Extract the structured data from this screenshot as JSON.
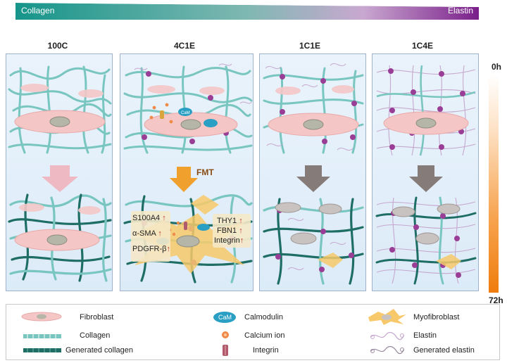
{
  "gradient": {
    "left_label": "Collagen",
    "right_label": "Elastin",
    "colors": {
      "collagen": "#16958a",
      "elastin": "#7a1f8a"
    }
  },
  "columns": [
    {
      "title": "100C"
    },
    {
      "title": "4C1E"
    },
    {
      "title": "1C1E"
    },
    {
      "title": "1C4E"
    }
  ],
  "fmt_label": "FMT",
  "markers_right": [
    "THY1",
    "FBN1",
    "Integrin"
  ],
  "markers_left": [
    "S100A4",
    "α-SMA",
    "PDGFR-β"
  ],
  "up_arrow": "↑",
  "cam_text": "CaM",
  "time": {
    "start": "0h",
    "end": "72h"
  },
  "legend": {
    "fibroblast": "Fibroblast",
    "collagen": "Collagen",
    "generated_collagen": "Generated collagen",
    "calmodulin": "Calmodulin",
    "calcium_ion": "Calcium ion",
    "integrin": "Integrin",
    "myofibroblast": "Myofibroblast",
    "elastin": "Elastin",
    "generated_elastin": "Generated elastin"
  },
  "colors": {
    "collagen": "#79c6c0",
    "generated_collagen": "#1f6e66",
    "fibroblast": "#f4c6c6",
    "nucleus": "#b5b5a8",
    "elastin_node": "#9a3d96",
    "myofibroblast": "#f7c96a",
    "arrow_pink": "#efb9c3",
    "arrow_orange": "#f0a02c",
    "arrow_gray": "#857b79"
  }
}
